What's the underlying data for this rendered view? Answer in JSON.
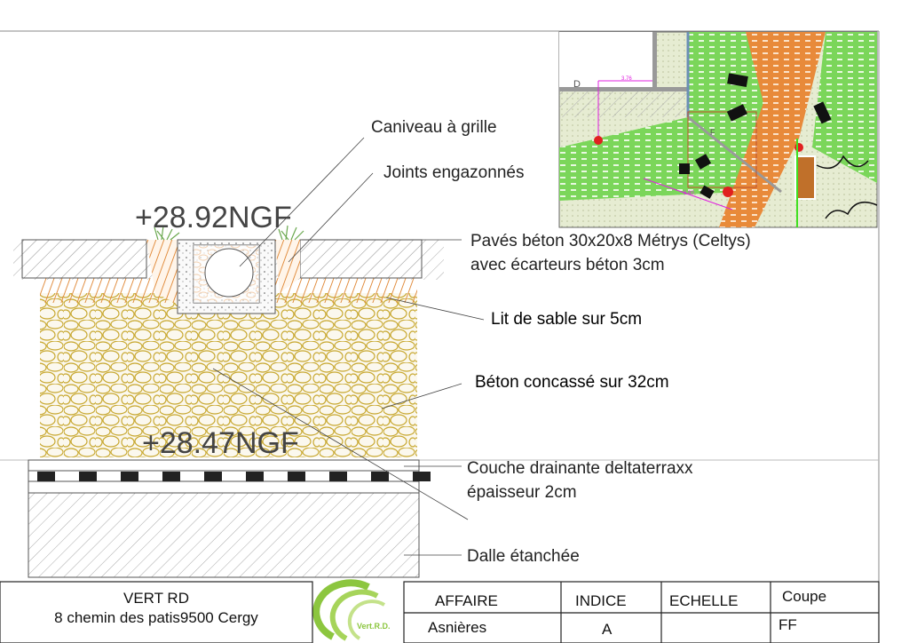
{
  "levels": {
    "top": "+28.92NGF",
    "bottom": "+28.47NGF"
  },
  "labels": {
    "caniveau": "Caniveau à grille",
    "joints": "Joints engazonnés",
    "paves_1": "Pavés béton 30x20x8 Métrys (Celtys)",
    "paves_2": "avec écarteurs béton 3cm",
    "lit": "Lit de sable sur 5cm",
    "beton": "Béton concassé sur 32cm",
    "couche_1": "Couche drainante deltaterraxx",
    "couche_2": "épaisseur 2cm",
    "dalle": "Dalle étanchée"
  },
  "plan": {
    "dim1": "3.76",
    "dim2": "6.80",
    "marker_d": "D",
    "marker_f": "F"
  },
  "title_block": {
    "company": "VERT RD",
    "address": "8 chemin des patis9500 Cergy",
    "logo_text": "Vert.R.D.",
    "affaire_label": "AFFAIRE",
    "affaire_value": "Asnières",
    "indice_label": "INDICE",
    "indice_value": "A",
    "echelle_label": "ECHELLE",
    "echelle_value": "",
    "coupe_label": "Coupe",
    "coupe_value": "FF"
  },
  "colors": {
    "gravel": "#c8a830",
    "sand": "#e08a3a",
    "grass": "#7bd65a",
    "logo": "#8cc63f"
  }
}
